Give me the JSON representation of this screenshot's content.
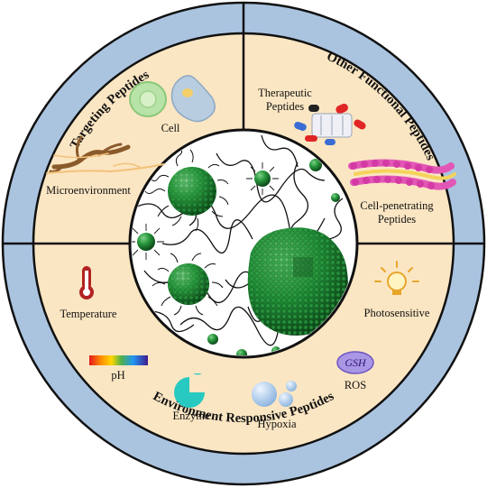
{
  "ring_titles": {
    "targeting": "Targeting Peptides",
    "other": "Other Functional Peptides",
    "environment": "Environment Responsive Peptides"
  },
  "labels": {
    "cell": "Cell",
    "microenvironment": "Microenvironment",
    "therapeutic_line1": "Therapeutic",
    "therapeutic_line2": "Peptides",
    "cpp_line1": "Cell-penetrating",
    "cpp_line2": "Peptides",
    "temperature": "Temperature",
    "ph": "pH",
    "enzyme": "Enzyme",
    "hypoxia": "Hypoxia",
    "photosensitive": "Photosensitive",
    "ros": "ROS",
    "gsh": "GSH"
  },
  "colors": {
    "outer_ring": "#aac4e0",
    "inner_fill": "#fbe6c3",
    "center_fill": "#ffffff",
    "nanoparticle": "#1f8a35",
    "outline": "#111111"
  },
  "icons": [
    "cell-icon",
    "microenvironment-icon",
    "therapeutic-peptide-icon",
    "cell-penetrating-peptide-icon",
    "thermometer-icon",
    "ph-scale-icon",
    "enzyme-icon",
    "hypoxia-bubbles-icon",
    "photosensitive-bulb-icon",
    "gsh-ros-icon"
  ]
}
